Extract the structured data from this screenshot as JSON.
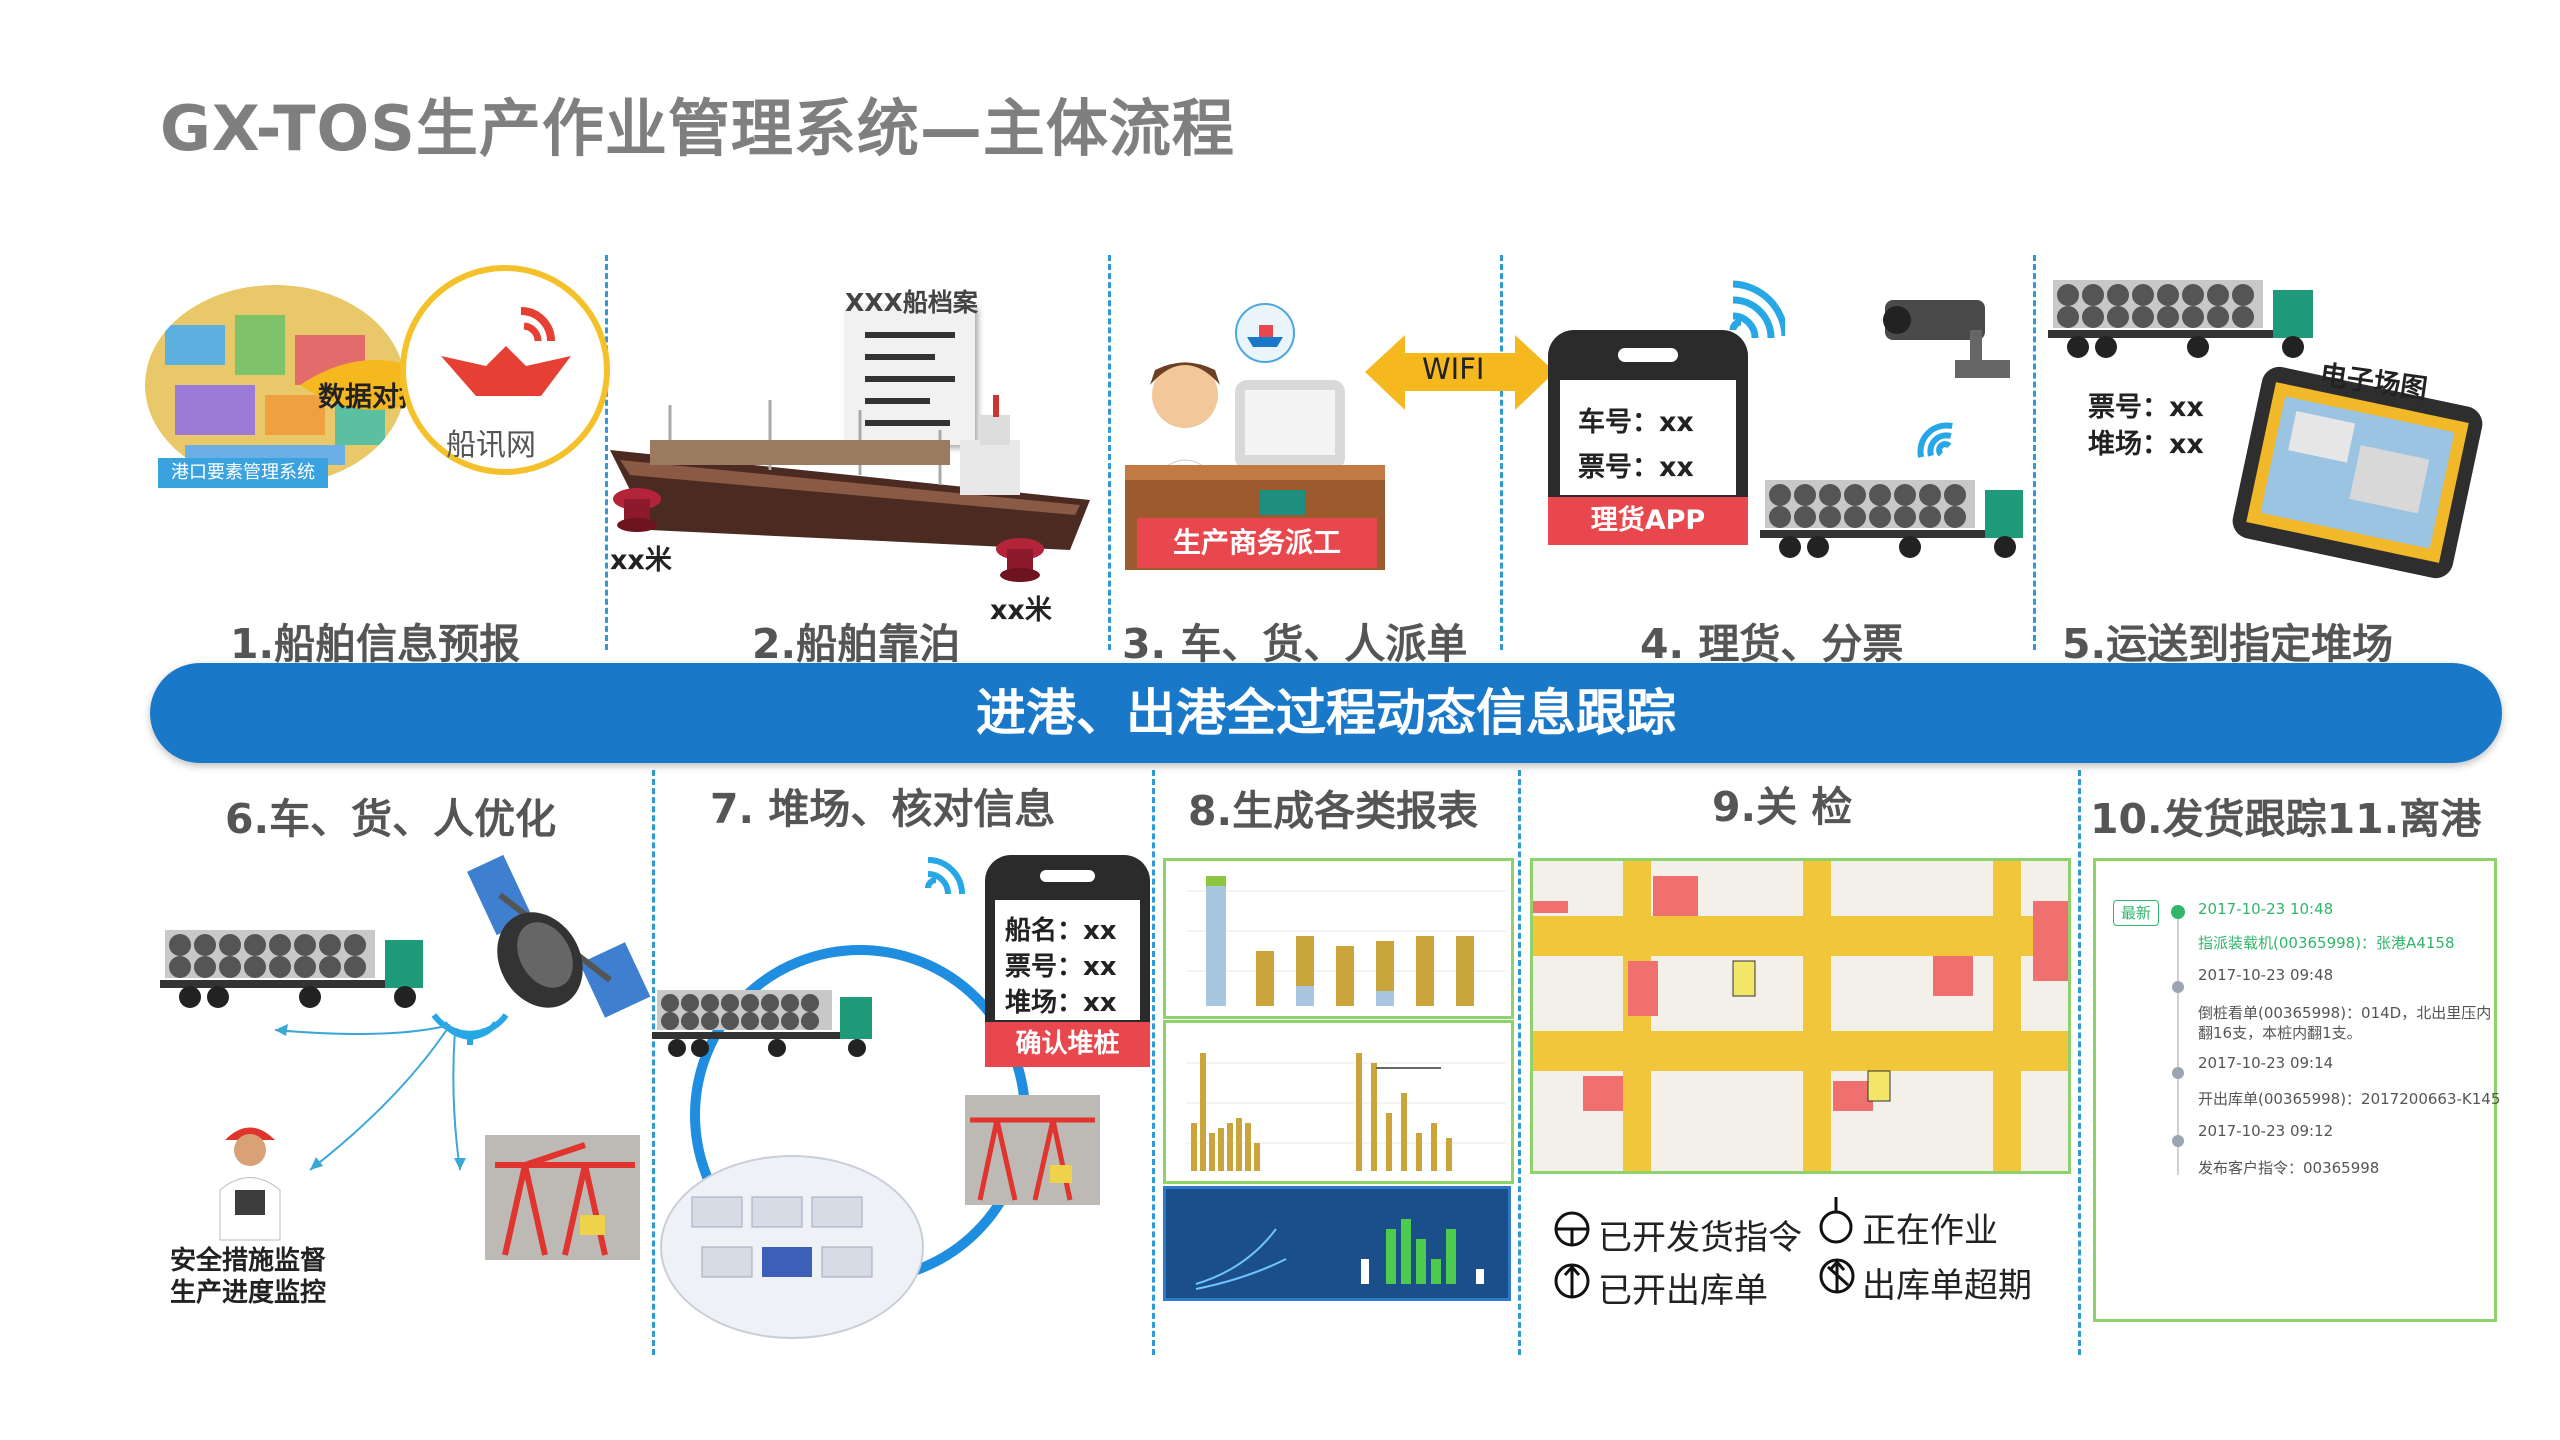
{
  "title": "GX-TOS生产作业管理系统—主体流程",
  "banner": "进港、出港全过程动态信息跟踪",
  "steps_top": [
    "1.船舶信息预报",
    "2.船舶靠泊",
    "3. 车、货、人派单",
    "4. 理货、分票",
    "5.运送到指定堆场"
  ],
  "steps_bottom": [
    "6.车、货、人优化",
    "7. 堆场、核对信息",
    "8.生成各类报表",
    "9.关 检",
    "10.发货跟踪11.离港"
  ],
  "panel1": {
    "data_link": "数据对接",
    "port_system": "港口要素管理系统",
    "brand": "船讯网"
  },
  "panel2": {
    "doc_title": "XXX船档案",
    "dist_left": "xx米",
    "dist_right": "xx米"
  },
  "panel3": {
    "wifi": "WIFI",
    "dispatch": "生产商务派工"
  },
  "panel4": {
    "car": "车号：xx",
    "ticket": "票号：xx",
    "app": "理货APP"
  },
  "panel5": {
    "ticket": "票号：xx",
    "yard": "堆场：xx",
    "map": "电子场图"
  },
  "panel6": {
    "line1": "安全措施监督",
    "line2": "生产进度监控"
  },
  "panel7": {
    "ship": "船名：xx",
    "ticket": "票号：xx",
    "yard": "堆场：xx",
    "confirm": "确认堆桩"
  },
  "panel9": {
    "legend": [
      "已开发货指令",
      "正在作业",
      "已开出库单",
      "出库单超期"
    ]
  },
  "panel10": {
    "badge": "最新",
    "events": [
      {
        "date": "2017-10-23 10:48",
        "text": "指派装载机(00365998)：张港A4158",
        "highlight": true
      },
      {
        "date": "2017-10-23 09:48",
        "text": "倒桩看单(00365998)：014D，北出里压内",
        "text2": "翻16支，本桩内翻1支。",
        "highlight": false
      },
      {
        "date": "2017-10-23 09:14",
        "text": "开出库单(00365998)：2017200663-K145",
        "highlight": false
      },
      {
        "date": "2017-10-23 09:12",
        "text": "发布客户指令：00365998",
        "highlight": false
      }
    ]
  },
  "colors": {
    "accent": "#1a78c9",
    "dash": "#2e9ad8",
    "red": "#e8474d",
    "green": "#8fd16a",
    "title_gray": "#7f7f7f"
  }
}
